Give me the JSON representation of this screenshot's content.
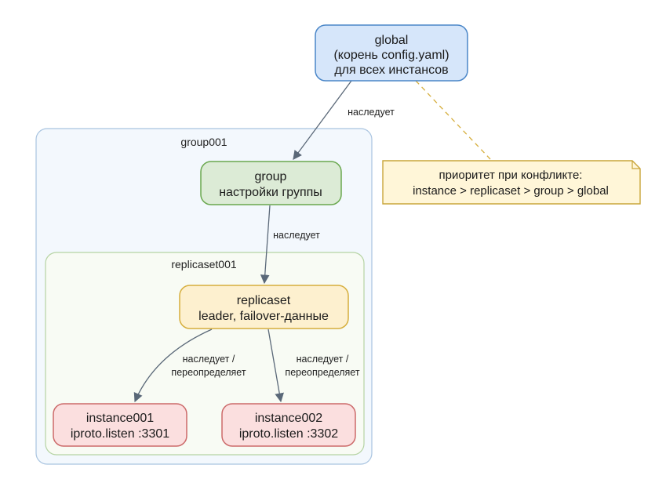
{
  "clusters": {
    "group": "group001",
    "replicaset": "replicaset001"
  },
  "nodes": {
    "global": [
      "global",
      "(корень config.yaml)",
      "для всех инстансов"
    ],
    "group": [
      "group",
      "настройки группы"
    ],
    "replicaset": [
      "replicaset",
      "leader, failover-данные"
    ],
    "instance001": [
      "instance001",
      "iproto.listen :3301"
    ],
    "instance002": [
      "instance002",
      "iproto.listen :3302"
    ]
  },
  "edges": {
    "global_group": [
      "наследует"
    ],
    "group_replicaset": [
      "наследует"
    ],
    "replicaset_instance001": [
      "наследует /",
      "переопределяет"
    ],
    "replicaset_instance002": [
      "наследует /",
      "переопределяет"
    ]
  },
  "note": [
    "приоритет при конфликте:",
    "instance > replicaset > group > global"
  ],
  "colors": {
    "global_fill": "#d6e6fa",
    "global_stroke": "#4a86c8",
    "group_fill": "#dcebd6",
    "group_stroke": "#6aa84f",
    "replicaset_fill": "#fdf0cf",
    "replicaset_stroke": "#d6ae3c",
    "instance_fill": "#fbdfdf",
    "instance_stroke": "#cc6a6a",
    "note_fill": "#fff6d8",
    "note_stroke": "#c9a53a",
    "cluster_group_fill": "#f3f8fd",
    "cluster_group_stroke": "#a9c4e0",
    "cluster_rs_fill": "#f8fbf4",
    "cluster_rs_stroke": "#b5d3a3",
    "edge": "#5a6878"
  }
}
